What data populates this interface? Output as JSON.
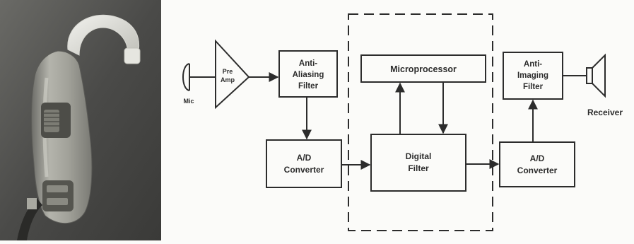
{
  "photo": {
    "subject": "hearing-aid-photo"
  },
  "diagram": {
    "mic_label": "Mic",
    "preamp_label_line1": "Pre",
    "preamp_label_line2": "Amp",
    "anti_aliasing_line1": "Anti-",
    "anti_aliasing_line2": "Aliasing",
    "anti_aliasing_line3": "Filter",
    "ad_converter_1_line1": "A/D",
    "ad_converter_1_line2": "Converter",
    "microprocessor": "Microprocessor",
    "digital_filter_line1": "Digital",
    "digital_filter_line2": "Filter",
    "ad_converter_2_line1": "A/D",
    "ad_converter_2_line2": "Converter",
    "anti_imaging_line1": "Anti-",
    "anti_imaging_line2": "Imaging",
    "anti_imaging_line3": "Filter",
    "receiver_label": "Receiver"
  },
  "colors": {
    "ink": "#2c2c2c",
    "paper": "#fbfbf9",
    "photo_background": "#4a4a4a",
    "device_body": "#9a9a92"
  }
}
